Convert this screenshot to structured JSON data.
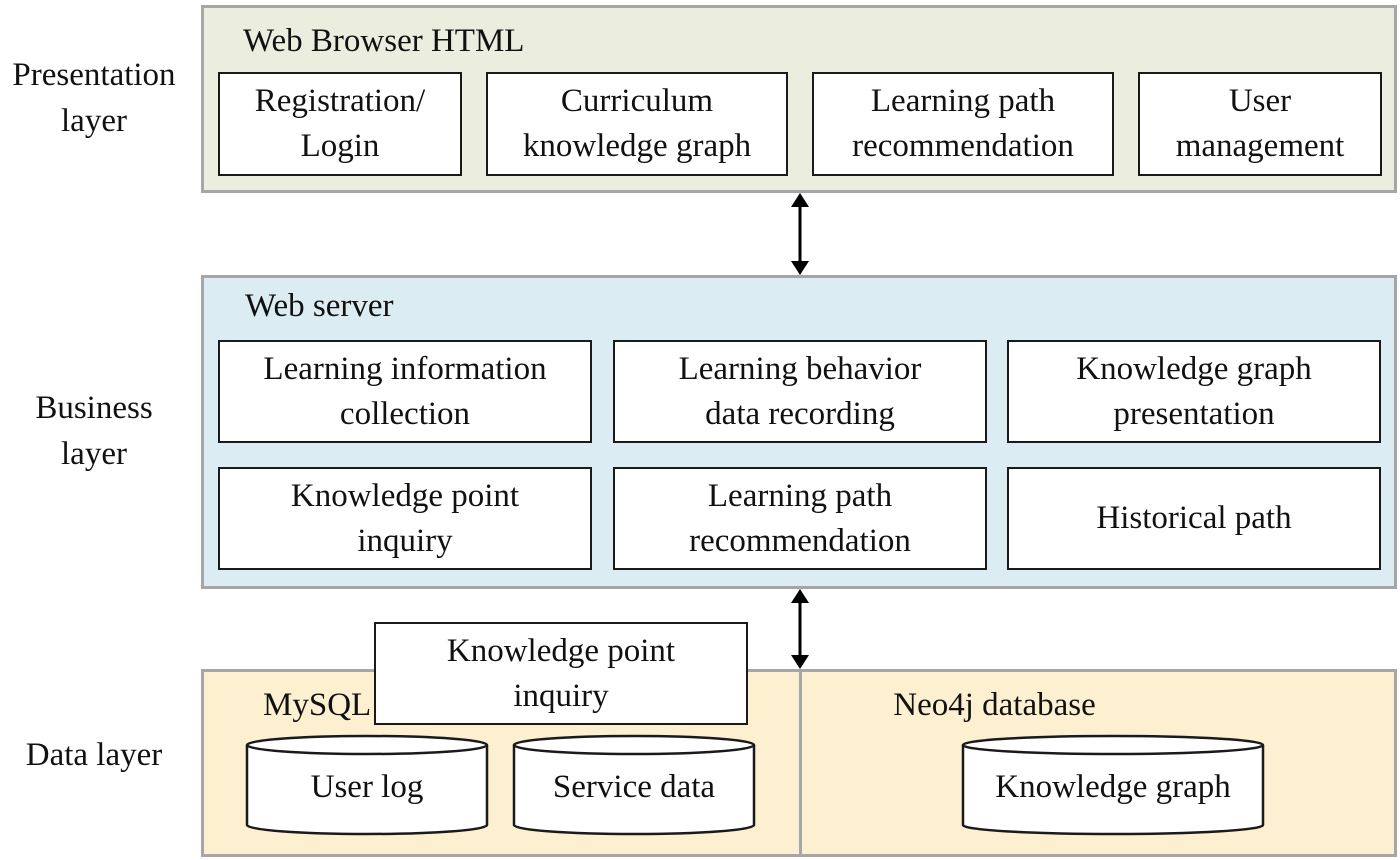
{
  "colors": {
    "presentation_bg": "#ebeedf",
    "business_bg": "#dbedf3",
    "data_bg": "#fdf0d1",
    "panel_border": "#a6a6a6",
    "box_border": "#1a1a1a",
    "arrow": "#000000"
  },
  "presentation": {
    "label": "Presentation\nlayer",
    "title": "Web Browser HTML",
    "modules": [
      "Registration/\nLogin",
      "Curriculum\nknowledge graph",
      "Learning path\nrecommendation",
      "User\nmanagement"
    ]
  },
  "business": {
    "label": "Business\nlayer",
    "title": "Web server",
    "modules": [
      "Learning information\ncollection",
      "Learning behavior\ndata recording",
      "Knowledge graph\npresentation",
      "Knowledge point\ninquiry",
      "Learning path\nrecommendation",
      "Historical path"
    ]
  },
  "data": {
    "label": "Data layer",
    "mysql_title": "MySQL",
    "neo4j_title": "Neo4j database",
    "overlay_box": "Knowledge point\ninquiry",
    "stores": [
      "User log",
      "Service data",
      "Knowledge graph"
    ]
  }
}
